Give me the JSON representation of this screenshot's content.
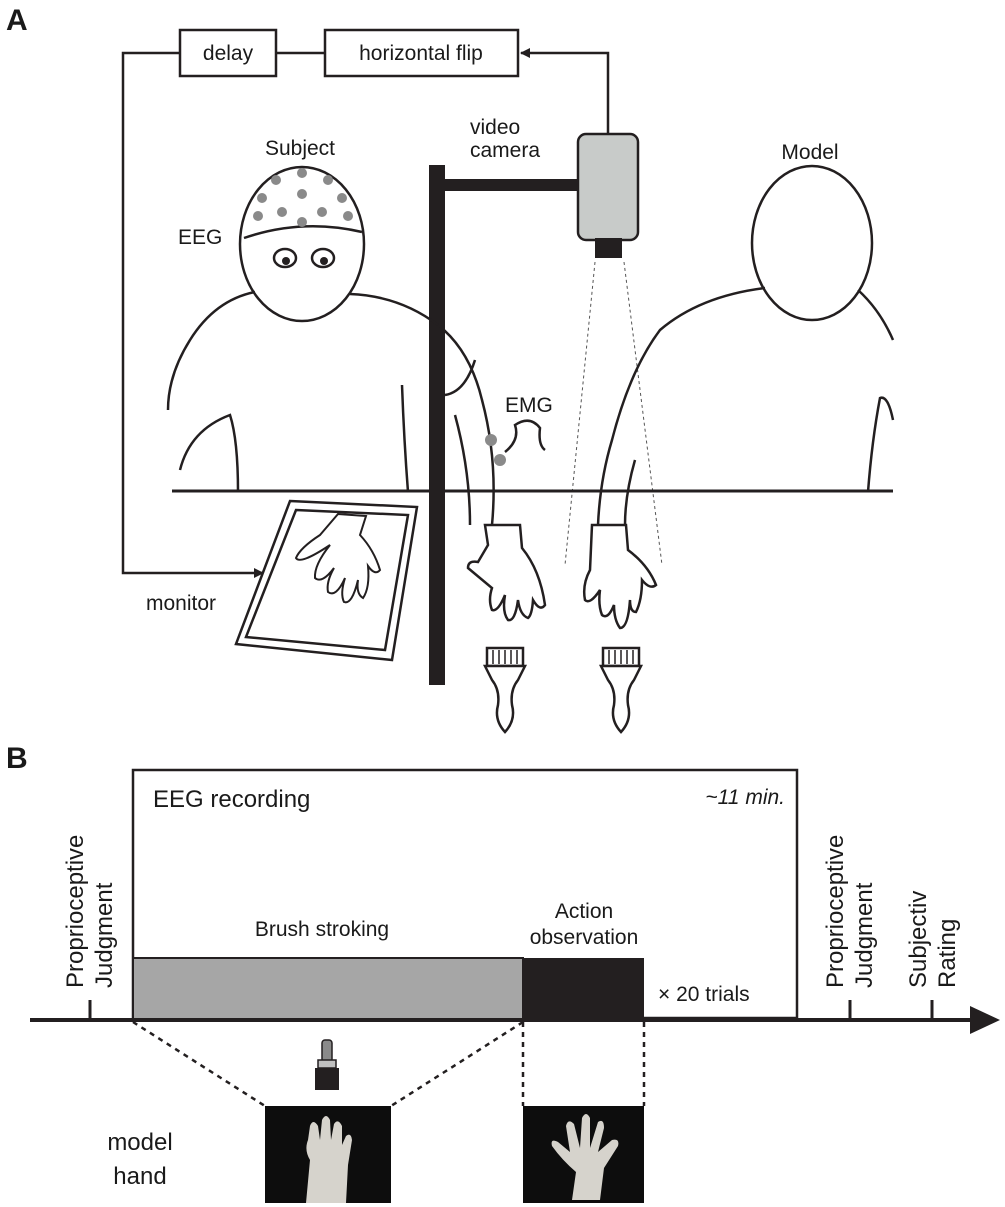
{
  "panel_a": {
    "label": "A",
    "box_delay": "delay",
    "box_flip": "horizontal flip",
    "camera_label_1": "video",
    "camera_label_2": "camera",
    "subject_label": "Subject",
    "model_label": "Model",
    "eeg_label": "EEG",
    "emg_label": "EMG",
    "monitor_label": "monitor"
  },
  "panel_b": {
    "label": "B",
    "eeg_recording": "EEG recording",
    "duration": "~11 min.",
    "brush_stroking": "Brush stroking",
    "action_observation_1": "Action",
    "action_observation_2": "observation",
    "trials": "× 20 trials",
    "prop_judgment_pre_1": "Proprioceptive",
    "prop_judgment_pre_2": "Judgment",
    "prop_judgment_post_1": "Proprioceptive",
    "prop_judgment_post_2": "Judgment",
    "subjective_1": "Subjectiv",
    "subjective_2": "Rating",
    "model_hand_1": "model",
    "model_hand_2": "hand"
  },
  "colors": {
    "ink": "#231f20",
    "brush_phase": "#a6a6a6",
    "observation_phase": "#231f20",
    "eeg_electrode": "#8a8a8a",
    "camera_body": "#c8cbc9",
    "photo_bg": "#0d0d0d",
    "glove": "#d6d3cc"
  }
}
